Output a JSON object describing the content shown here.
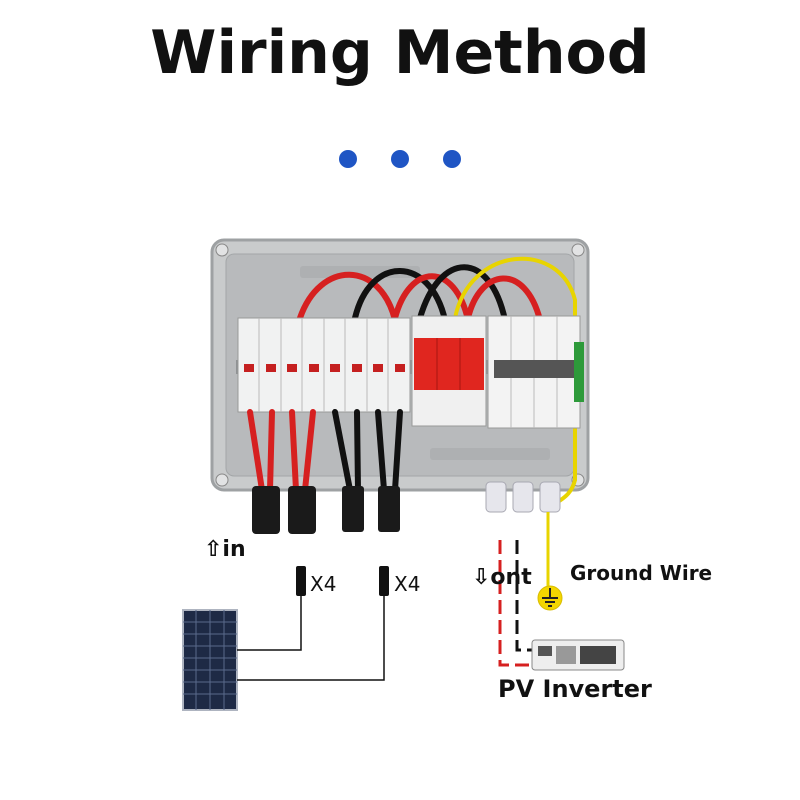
{
  "title": "Wiring Method",
  "labels": {
    "in": "⇧in",
    "out": "⇩ont",
    "x4_left": "X4",
    "x4_right": "X4",
    "ground_wire": "Ground Wire",
    "pv_inverter": "PV Inverter"
  },
  "colors": {
    "dot_blue": "#1f55c4",
    "wire_red": "#d62020",
    "wire_black": "#111111",
    "wire_yellow": "#e8d400",
    "spd_red": "#e0261f",
    "enclosure_gray": "#c9cbcc"
  }
}
